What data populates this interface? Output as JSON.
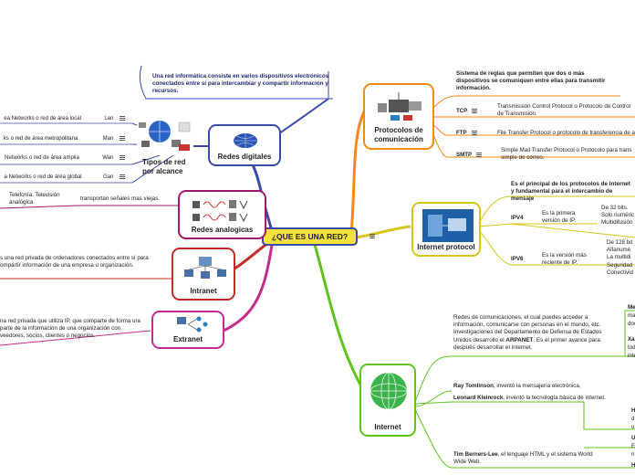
{
  "root": {
    "label": "¿QUE ES UNA RED?"
  },
  "definition": "Una red informática consiste en varios dispositivos electrónicos conectados entre sí para intercambiar y compartir información y recursos.",
  "redes_digitales": {
    "label": "Redes digitales",
    "group_label": "Tipos de red por alcance",
    "items": [
      {
        "name": "Lan",
        "desc": "ea Networks o red de área local"
      },
      {
        "name": "Man",
        "desc": "ks o red de área metropolitana"
      },
      {
        "name": "Wan",
        "desc": "Networks o red de área amplia"
      },
      {
        "name": "Gan",
        "desc": "a Networks o red de área global"
      }
    ]
  },
  "redes_analogicas": {
    "label": "Redes analogicas",
    "desc": "transportan señales mas viejas.",
    "examples": "Telefonía. Televisión analógica"
  },
  "intranet": {
    "label": "Intranet",
    "desc": "s una red privada de ordenadores conectados entre sí para ompartir información de una empresa u organización."
  },
  "extranet": {
    "label": "Extranet",
    "desc": "na red privada que utiliza IP, que comparte de forma ura parte de la información de una organización con veedores, socios, clientes o negocios."
  },
  "protocolos": {
    "label": "Protocolos de comunicación",
    "desc": "Sistema de reglas que permiten que dos o más dispositivos se comuniquen entre ellas para transmitir información.",
    "items": [
      {
        "name": "TCP",
        "desc": "Transmission Control Protocol o Protocolo de Control de Transmisión."
      },
      {
        "name": "FTP",
        "desc": "File Transfer Protocol o protocolo de transferencia de a"
      },
      {
        "name": "SMTP",
        "desc": "Simple Mail Transfer Protocol o Protocolo para trans simple de correo."
      }
    ]
  },
  "internet_protocol": {
    "label": "Internet protocol",
    "desc": "Es el principal de los protocolos de Internet y fundamental para el intercambio de mensaje",
    "ipv4": {
      "name": "IPV4",
      "desc": "Es la primera versión de IP.",
      "detail": "De 32 bits. Solo numéric Multidifusión"
    },
    "ipv6": {
      "name": "IPV6",
      "desc": "Es la versión más reciente de IP.",
      "detail": "De 128 bit Alfanumé La multidi Seguridad Conectivid"
    }
  },
  "internet": {
    "label": "Internet",
    "desc_pre": "Redes de comunicaciones, el cual puedes acceder a información, comunicarse con personas en el mundo, etc. Investigaciones del Departamento de Defensa de Estados Unidos desarrollo el",
    "desc_bold": "ARPANET",
    "desc_post": ". Es el primer avance para después desarrollar el internet.",
    "people": [
      {
        "name": "Leonard Kleinrock",
        "text": ", inventó la tecnología básica de internet."
      },
      {
        "name": "Ray Tomlinson",
        "text": ", inventó la mensajería electrónica,"
      },
      {
        "name": "Tim Berners-Lee",
        "text": ", el lenguaje HTML y el sistema World Wide Web."
      }
    ],
    "side_top": {
      "name": "Me",
      "lines": [
        "ma",
        "doc"
      ]
    },
    "side_mid": {
      "name": "Xa",
      "lines": [
        "tod",
        "inte"
      ]
    },
    "side_low": {
      "lines": [
        "H",
        "d",
        "u",
        "U",
        "E",
        "n",
        "H"
      ]
    }
  },
  "colors": {
    "root_fill": "#f5e23a",
    "root_border": "#3b4aa8",
    "digitales": "#3b4aa8",
    "analogicas": "#a0196e",
    "intranet": "#c42b27",
    "extranet": "#c42b8e",
    "protocolos": "#f28a14",
    "internet_protocol": "#d7c51a",
    "internet": "#5fc21d"
  }
}
